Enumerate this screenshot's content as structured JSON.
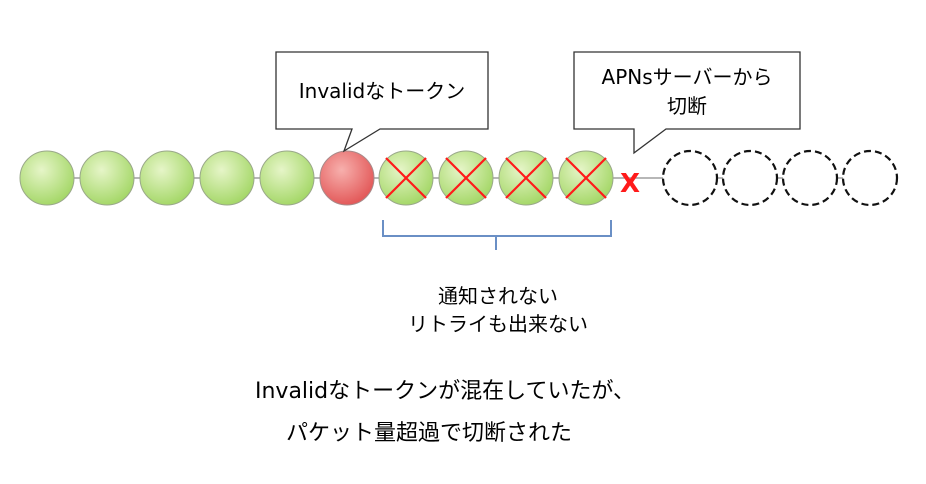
{
  "callouts": {
    "invalid_token": "Invalidなトークン",
    "apns_disconnect_line1": "APNsサーバーから",
    "apns_disconnect_line2": "切断"
  },
  "cut_marker": "X",
  "brace_caption": {
    "line1": "通知されない",
    "line2": "リトライも出来ない"
  },
  "summary": {
    "line1": "Invalidなトークンが混在していたが、",
    "line2": "パケット量超過で切断された"
  },
  "tokens": [
    {
      "state": "sent"
    },
    {
      "state": "sent"
    },
    {
      "state": "sent"
    },
    {
      "state": "sent"
    },
    {
      "state": "sent"
    },
    {
      "state": "invalid"
    },
    {
      "state": "dropped"
    },
    {
      "state": "dropped"
    },
    {
      "state": "dropped"
    },
    {
      "state": "dropped"
    },
    {
      "state": "unsent"
    },
    {
      "state": "unsent"
    },
    {
      "state": "unsent"
    },
    {
      "state": "unsent"
    }
  ],
  "colors": {
    "sent_fill": "#a6d86a",
    "invalid_fill": "#e35a5a",
    "cross": "#ff1a1a",
    "brace": "#6a8fc5",
    "line": "#8c8c8c"
  }
}
